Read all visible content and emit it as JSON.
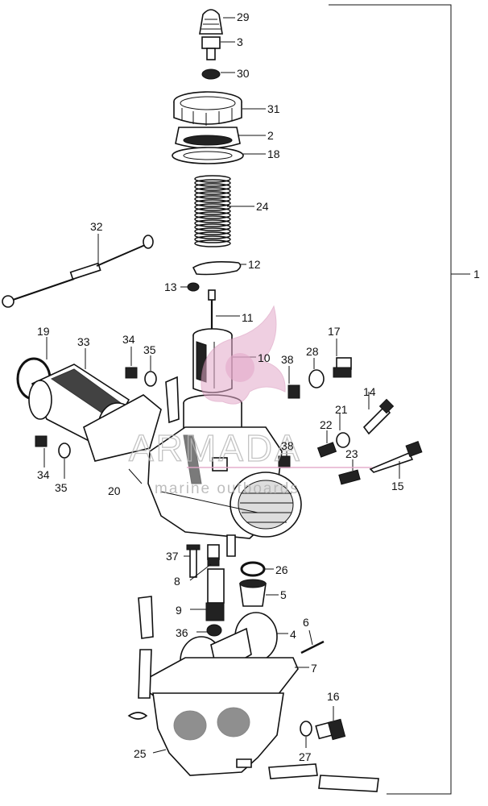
{
  "diagram": {
    "callouts": [
      {
        "id": "c29",
        "label": "29"
      },
      {
        "id": "c3",
        "label": "3"
      },
      {
        "id": "c30",
        "label": "30"
      },
      {
        "id": "c31",
        "label": "31"
      },
      {
        "id": "c2",
        "label": "2"
      },
      {
        "id": "c18",
        "label": "18"
      },
      {
        "id": "c24",
        "label": "24"
      },
      {
        "id": "c32",
        "label": "32"
      },
      {
        "id": "c12",
        "label": "12"
      },
      {
        "id": "c13",
        "label": "13"
      },
      {
        "id": "c11",
        "label": "11"
      },
      {
        "id": "c19",
        "label": "19"
      },
      {
        "id": "c33",
        "label": "33"
      },
      {
        "id": "c34a",
        "label": "34"
      },
      {
        "id": "c35a",
        "label": "35"
      },
      {
        "id": "c10",
        "label": "10"
      },
      {
        "id": "c38a",
        "label": "38"
      },
      {
        "id": "c28",
        "label": "28"
      },
      {
        "id": "c17",
        "label": "17"
      },
      {
        "id": "c14",
        "label": "14"
      },
      {
        "id": "c21",
        "label": "21"
      },
      {
        "id": "c22",
        "label": "22"
      },
      {
        "id": "c34b",
        "label": "34"
      },
      {
        "id": "c35b",
        "label": "35"
      },
      {
        "id": "c20",
        "label": "20"
      },
      {
        "id": "c38b",
        "label": "38"
      },
      {
        "id": "c23",
        "label": "23"
      },
      {
        "id": "c15",
        "label": "15"
      },
      {
        "id": "c1",
        "label": "1"
      },
      {
        "id": "c37",
        "label": "37"
      },
      {
        "id": "c8",
        "label": "8"
      },
      {
        "id": "c26",
        "label": "26"
      },
      {
        "id": "c5",
        "label": "5"
      },
      {
        "id": "c9",
        "label": "9"
      },
      {
        "id": "c36",
        "label": "36"
      },
      {
        "id": "c4",
        "label": "4"
      },
      {
        "id": "c6",
        "label": "6"
      },
      {
        "id": "c7",
        "label": "7"
      },
      {
        "id": "c16",
        "label": "16"
      },
      {
        "id": "c27",
        "label": "27"
      },
      {
        "id": "c25",
        "label": "25"
      }
    ]
  },
  "watermark": {
    "name": "ARMADA",
    "tagline": "marine outboards",
    "colors": {
      "logo": "#e3a9c9",
      "text": "#b5b5b5"
    }
  },
  "colors": {
    "line": "#111111",
    "background": "#ffffff"
  }
}
